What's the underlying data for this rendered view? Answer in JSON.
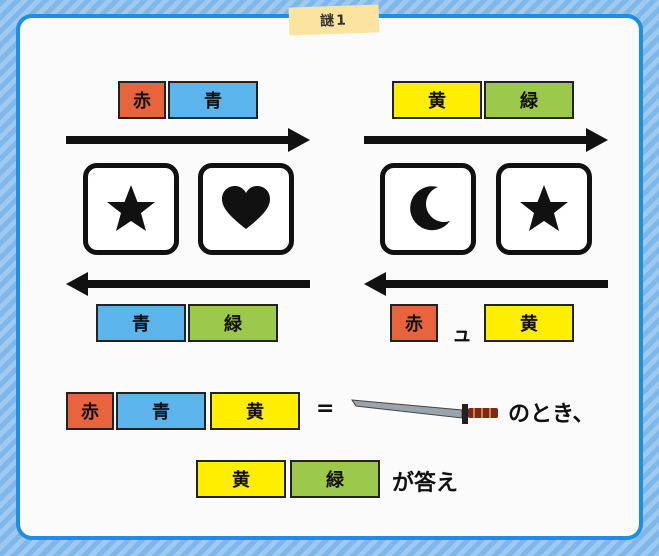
{
  "tag": "謎1",
  "colors": {
    "red": "#e8643c",
    "blue": "#5cb4ec",
    "yellow": "#ffee00",
    "green": "#9cc84c",
    "frame": "#1d8fe0"
  },
  "left_panel": {
    "top_chips": [
      "赤",
      "青"
    ],
    "icons": [
      "star-icon",
      "heart-icon"
    ],
    "bottom_chips": [
      "青",
      "緑"
    ]
  },
  "right_panel": {
    "top_chips": [
      "黄",
      "緑"
    ],
    "icons": [
      "moon-icon",
      "star-icon"
    ],
    "bottom_chips": [
      "赤",
      "ュ",
      "黄"
    ]
  },
  "equation": {
    "chips": [
      "赤",
      "青",
      "黄"
    ],
    "equals": "=",
    "image": "katana-icon",
    "suffix": "のとき、"
  },
  "answer": {
    "chips": [
      "黄",
      "緑"
    ],
    "suffix": "が答え"
  }
}
